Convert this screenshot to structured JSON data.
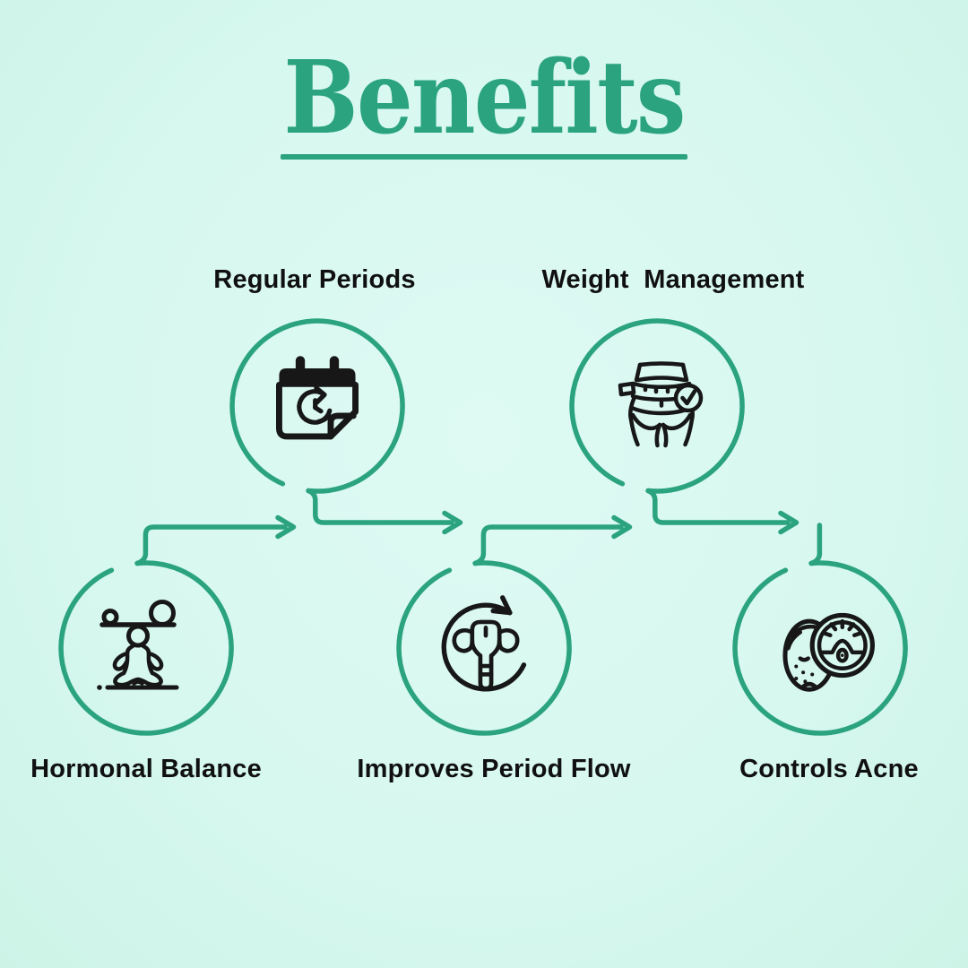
{
  "title": "Benefits",
  "colors": {
    "background": "#d7f8ef",
    "accent": "#2aa37e",
    "icon_stroke": "#171717",
    "label_text": "#101010"
  },
  "nodes": [
    {
      "key": "regular-periods",
      "label": "Regular Periods",
      "icon": "calendar-cycle-icon",
      "position": "top-left"
    },
    {
      "key": "weight-management",
      "label": "Weight  Management",
      "icon": "waist-tape-check-icon",
      "position": "top-right"
    },
    {
      "key": "hormonal-balance",
      "label": "Hormonal Balance",
      "icon": "meditation-balance-icon",
      "position": "bottom-left"
    },
    {
      "key": "improves-period-flow",
      "label": "Improves Period Flow",
      "icon": "uterus-cycle-icon",
      "position": "bottom-center"
    },
    {
      "key": "controls-acne",
      "label": "Controls Acne",
      "icon": "face-magnifier-icon",
      "position": "bottom-right"
    }
  ],
  "flow_sequence": [
    "hormonal-balance",
    "regular-periods",
    "improves-period-flow",
    "weight-management",
    "controls-acne"
  ]
}
